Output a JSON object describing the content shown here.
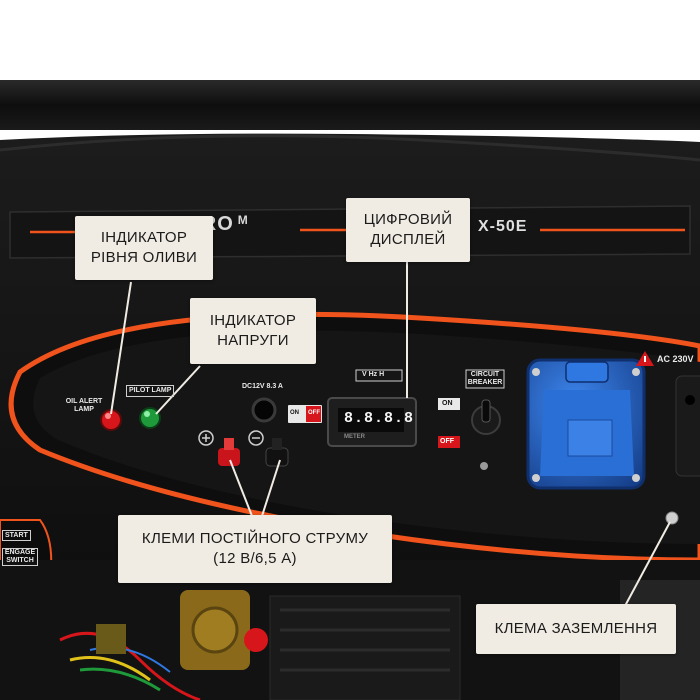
{
  "callouts": {
    "oil_indicator": [
      "ІНДИКАТОР",
      "РІВНЯ ОЛИВИ"
    ],
    "voltage_indicator": [
      "ІНДИКАТОР",
      "НАПРУГИ"
    ],
    "digital_display": [
      "ЦИФРОВИЙ",
      "ДИСПЛЕЙ"
    ],
    "dc_terminals": [
      "КЛЕМИ ПОСТІЙНОГО СТРУМУ",
      "(12 В/6,5 А)"
    ],
    "ground_terminal": [
      "КЛЕМА ЗАЗЕМЛЕННЯ"
    ]
  },
  "panel": {
    "brand": "DNIPRO",
    "brand_suffix": "M",
    "model": "X-50E",
    "oil_alert_label": [
      "OIL ALERT",
      "LAMP"
    ],
    "pilot_lamp_label": "PILOT LAMP",
    "dc_label": "DC12V 8.3 A",
    "switch_on": "ON",
    "switch_off": "OFF",
    "meter_units": "V  Hz  H",
    "meter_digits": "8.8.8.8",
    "meter_caption": "METER",
    "breaker_label": [
      "CIRCUIT",
      "BREAKER"
    ],
    "breaker_on": "ON",
    "breaker_off": "OFF",
    "ac_label": "AC 230V",
    "start_label": "START",
    "engage_label": [
      "ENGAGE",
      "SWITCH"
    ]
  },
  "colors": {
    "accent_orange": "#f0531c",
    "panel_black": "#121212",
    "callout_bg": "#f1ece3",
    "socket_blue": "#1f62c9",
    "lamp_red": "#d6161a",
    "lamp_green": "#1e9a3a"
  }
}
